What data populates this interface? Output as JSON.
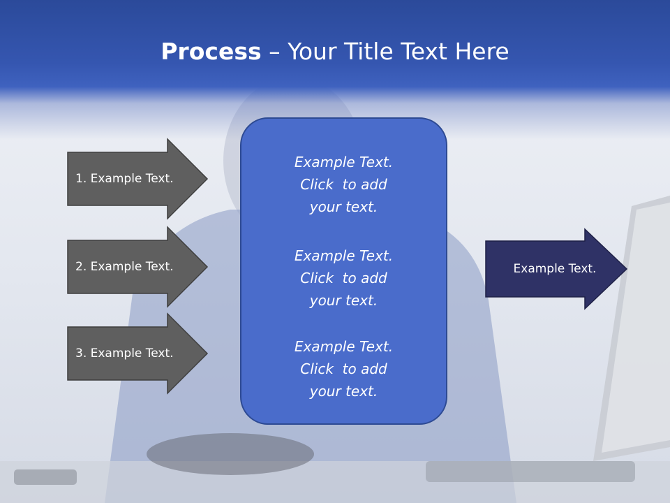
{
  "slide": {
    "title_bold": "Process",
    "title_rest": " – Your Title Text Here"
  },
  "left_arrows": [
    {
      "label": "1. Example Text."
    },
    {
      "label": "2. Example Text."
    },
    {
      "label": "3. Example Text."
    }
  ],
  "center_box": {
    "blocks": [
      {
        "line1": "Example Text.",
        "line2": "Click  to add",
        "line3": "your text."
      },
      {
        "line1": "Example Text.",
        "line2": "Click  to add",
        "line3": "your text."
      },
      {
        "line1": "Example Text.",
        "line2": "Click  to add",
        "line3": "your text."
      }
    ]
  },
  "right_arrow": {
    "label": "Example Text."
  },
  "colors": {
    "title_band": "#3556b0",
    "gray_arrow": "#5f5f5f",
    "center_box": "#4a6ccb",
    "navy_arrow": "#2f3266"
  }
}
